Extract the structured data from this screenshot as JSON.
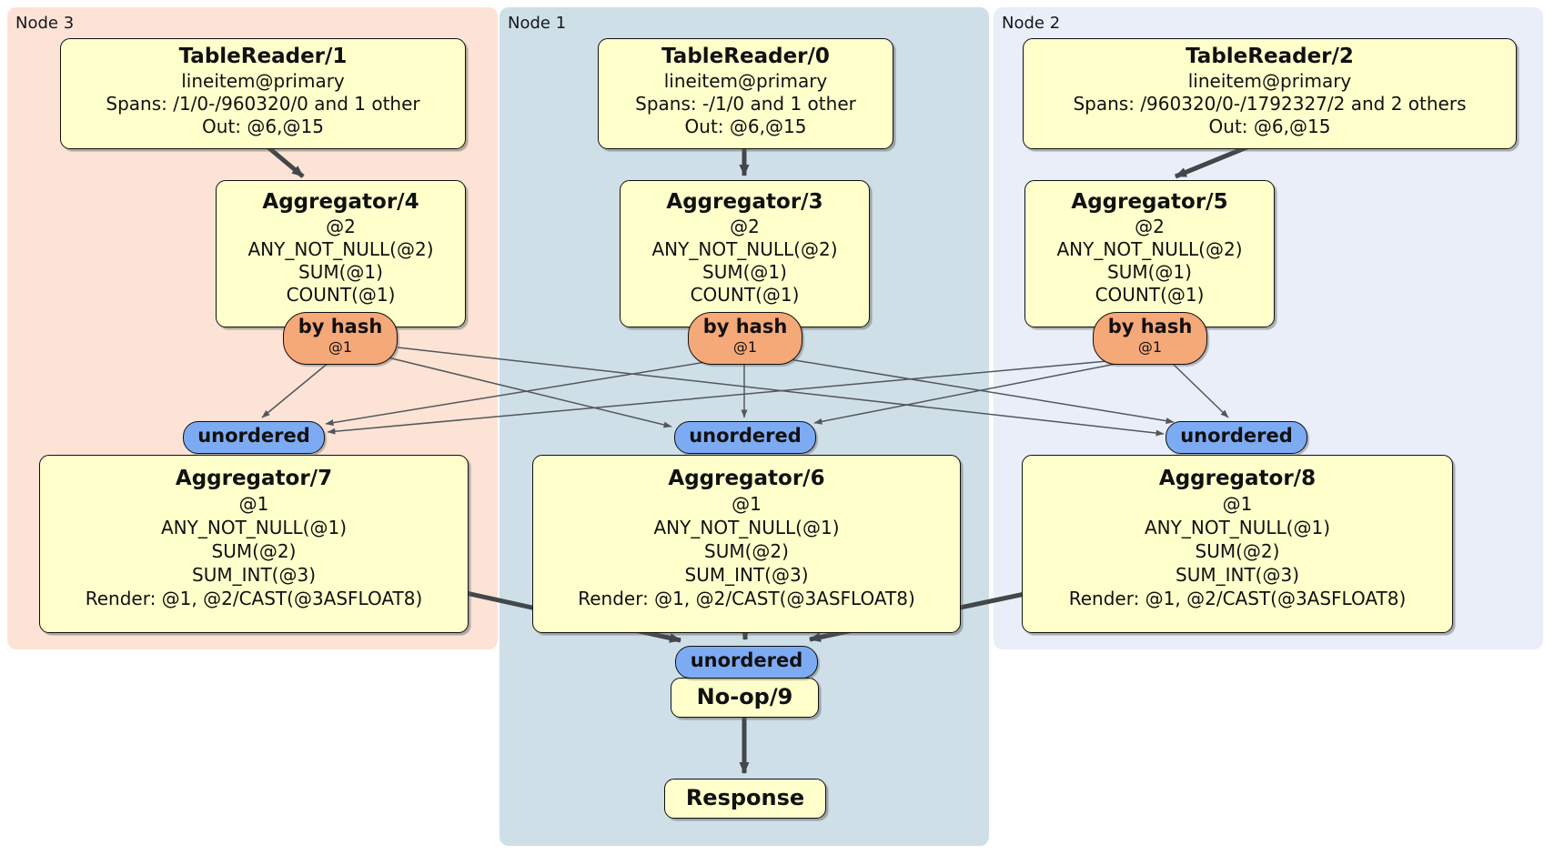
{
  "panels": {
    "node3": {
      "label": "Node 3"
    },
    "node1": {
      "label": "Node 1"
    },
    "node2": {
      "label": "Node 2"
    }
  },
  "boxes": {
    "tr1": {
      "title": "TableReader/1",
      "lines": [
        "lineitem@primary",
        "Spans: /1/0-/960320/0 and 1 other",
        "Out: @6,@15"
      ]
    },
    "tr0": {
      "title": "TableReader/0",
      "lines": [
        "lineitem@primary",
        "Spans: -/1/0 and 1 other",
        "Out: @6,@15"
      ]
    },
    "tr2": {
      "title": "TableReader/2",
      "lines": [
        "lineitem@primary",
        "Spans: /960320/0-/1792327/2 and 2 others",
        "Out: @6,@15"
      ]
    },
    "agg4": {
      "title": "Aggregator/4",
      "lines": [
        "@2",
        "ANY_NOT_NULL(@2)",
        "SUM(@1)",
        "COUNT(@1)"
      ]
    },
    "agg3": {
      "title": "Aggregator/3",
      "lines": [
        "@2",
        "ANY_NOT_NULL(@2)",
        "SUM(@1)",
        "COUNT(@1)"
      ]
    },
    "agg5": {
      "title": "Aggregator/5",
      "lines": [
        "@2",
        "ANY_NOT_NULL(@2)",
        "SUM(@1)",
        "COUNT(@1)"
      ]
    },
    "agg7": {
      "title": "Aggregator/7",
      "lines": [
        "@1",
        "ANY_NOT_NULL(@1)",
        "SUM(@2)",
        "SUM_INT(@3)",
        "Render: @1, @2/CAST(@3ASFLOAT8)"
      ]
    },
    "agg6": {
      "title": "Aggregator/6",
      "lines": [
        "@1",
        "ANY_NOT_NULL(@1)",
        "SUM(@2)",
        "SUM_INT(@3)",
        "Render: @1, @2/CAST(@3ASFLOAT8)"
      ]
    },
    "agg8": {
      "title": "Aggregator/8",
      "lines": [
        "@1",
        "ANY_NOT_NULL(@1)",
        "SUM(@2)",
        "SUM_INT(@3)",
        "Render: @1, @2/CAST(@3ASFLOAT8)"
      ]
    },
    "noop": {
      "title": "No-op/9"
    },
    "response": {
      "title": "Response"
    }
  },
  "ovals": {
    "byhash3": {
      "label": "by hash",
      "sublabel": "@1"
    },
    "byhash1": {
      "label": "by hash",
      "sublabel": "@1"
    },
    "byhash2": {
      "label": "by hash",
      "sublabel": "@1"
    },
    "unordered3": {
      "label": "unordered"
    },
    "unordered1": {
      "label": "unordered"
    },
    "unordered2": {
      "label": "unordered"
    },
    "unorderedOut": {
      "label": "unordered"
    }
  },
  "colors": {
    "c-node3": "#fce3d5",
    "c-node1": "#cfdfe8",
    "c-node2": "#e9eef9",
    "c-box": "#ffffcc",
    "c-byhash": "#f5a878",
    "c-unordered": "#7dabf3",
    "c-edge": "#43474a",
    "c-edge-thin": "#53575a"
  }
}
